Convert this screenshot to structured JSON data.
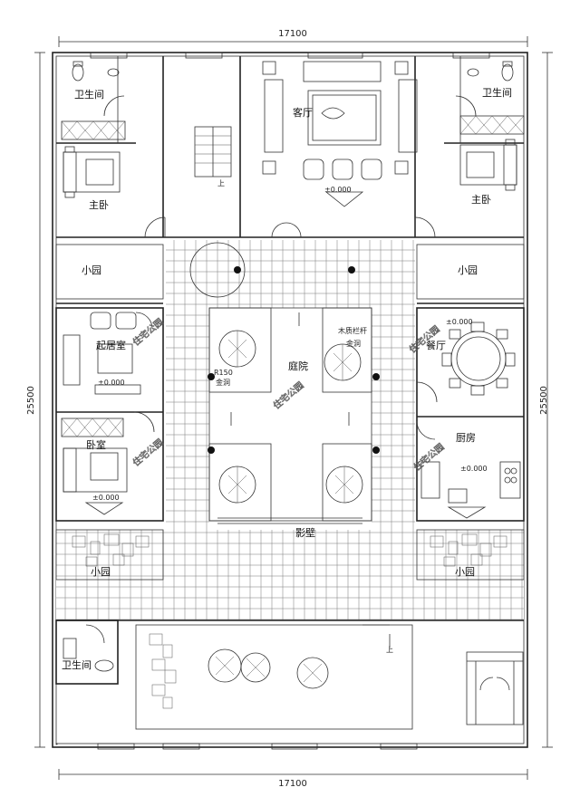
{
  "dimensions": {
    "top": "17100",
    "bottom": "17100",
    "left": "25500",
    "right": "25500"
  },
  "rooms": {
    "bath_tl": "卫生间",
    "bath_tr": "卫生间",
    "bath_bl": "卫生间",
    "master_left": "主卧",
    "master_right": "主卧",
    "living": "客厅",
    "garden_ml": "小园",
    "garden_mr": "小园",
    "garden_bl": "小园",
    "garden_br": "小园",
    "sitting": "起居室",
    "bedroom": "卧室",
    "courtyard": "庭院",
    "dining": "餐厅",
    "kitchen": "厨房",
    "screen_wall": "影壁"
  },
  "levels": {
    "living": "±0.000",
    "sitting": "±0.000",
    "bedroom": "±0.000",
    "dining": "±0.000",
    "kitchen": "±0.000"
  },
  "annotations": {
    "railing": "木质栏杆",
    "corridor_r": "金洞",
    "corridor_l": "金洞",
    "radius": "R150",
    "up": "上"
  },
  "watermark": "住宅公园"
}
